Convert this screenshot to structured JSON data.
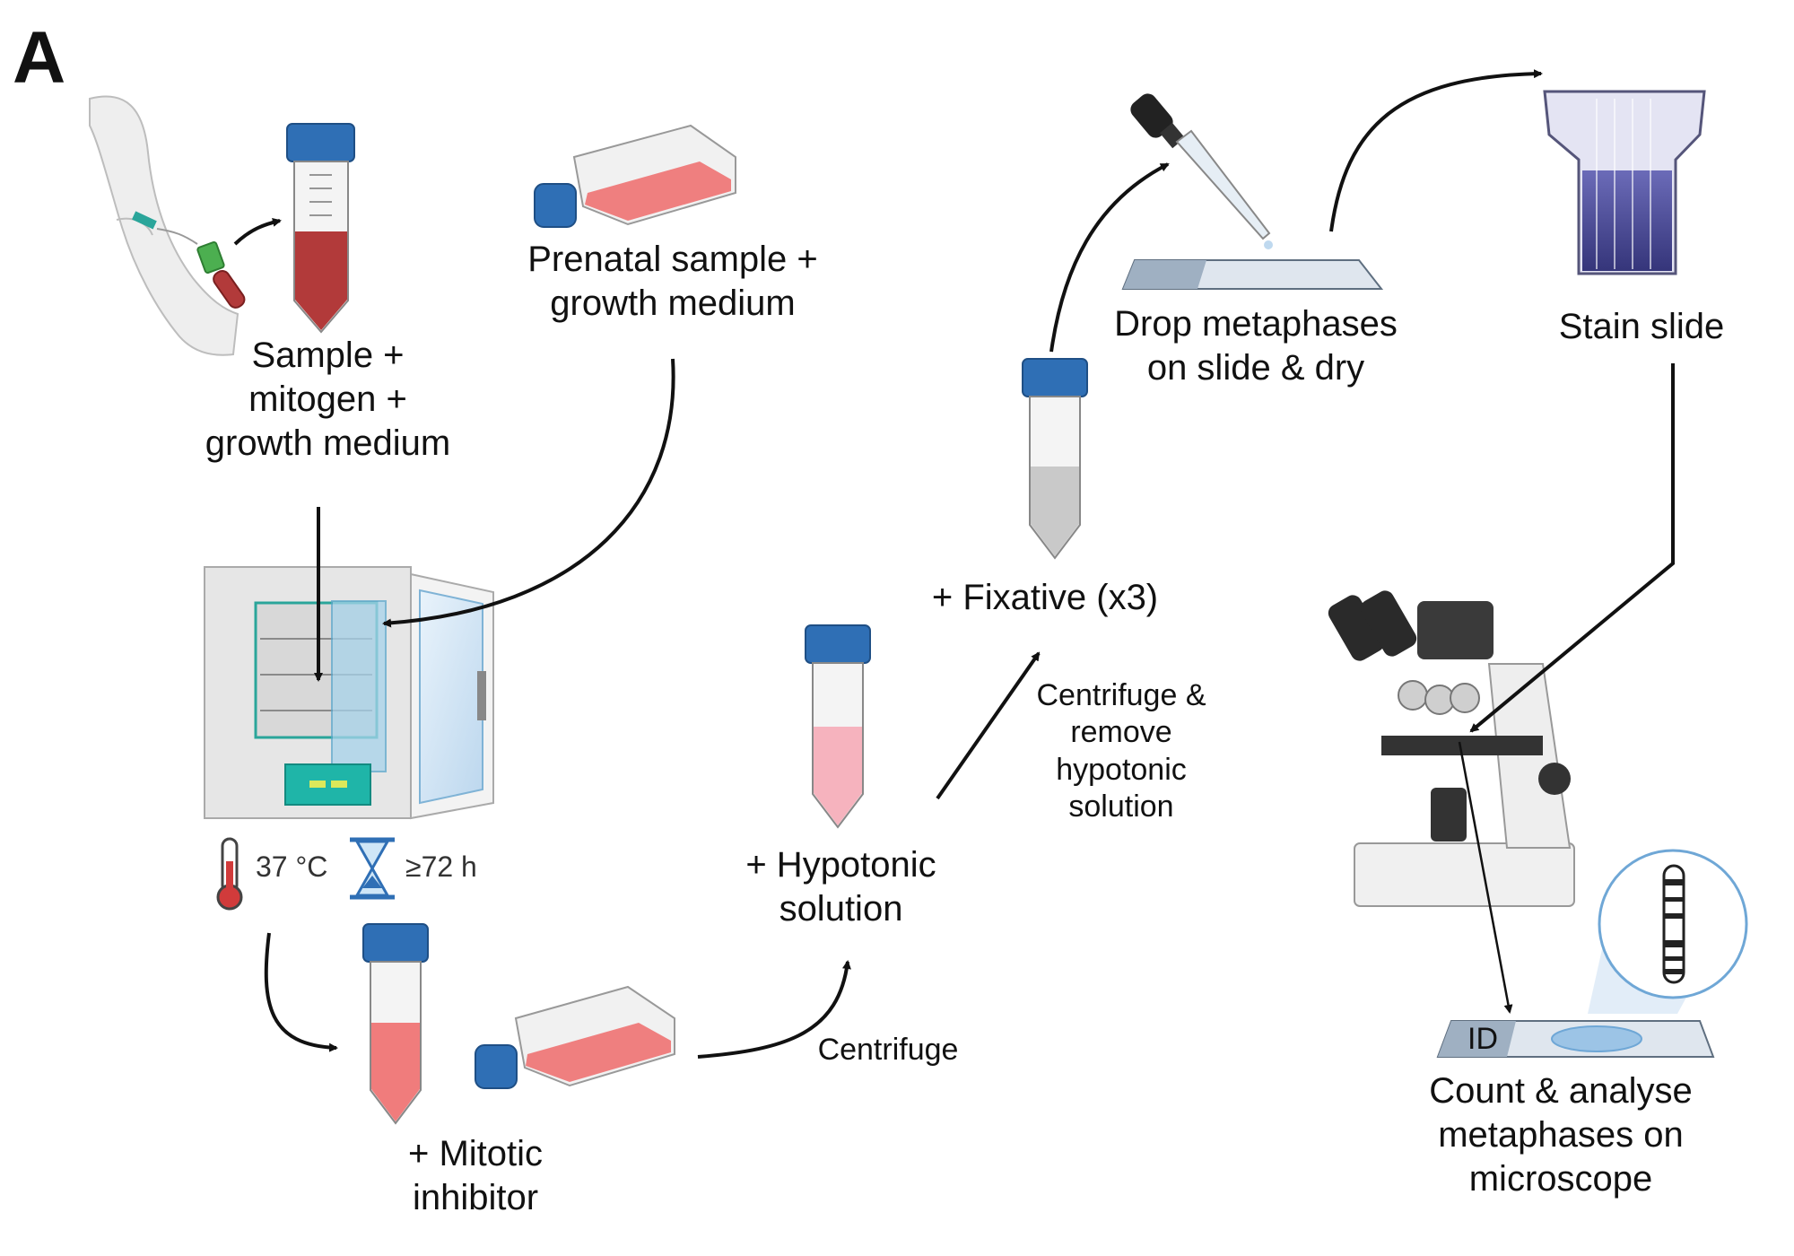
{
  "panel_letter": "A",
  "steps": {
    "blood_sample": [
      "Sample +",
      "mitogen +",
      "growth medium"
    ],
    "prenatal": [
      "Prenatal sample +",
      "growth medium"
    ],
    "incubation_temp": "37 °C",
    "incubation_time": "≥72 h",
    "mitotic_inhibitor": [
      "+ Mitotic",
      "inhibitor"
    ],
    "centrifuge": "Centrifuge",
    "hypotonic": [
      "+ Hypotonic",
      "solution"
    ],
    "centrifuge_remove": [
      "Centrifuge &",
      "remove",
      "hypotonic",
      "solution"
    ],
    "fixative": "+ Fixative (x3)",
    "drop_metaphases": [
      "Drop metaphases",
      "on slide & dry"
    ],
    "stain": "Stain slide",
    "count": [
      "Count & analyse",
      "metaphases on",
      "microscope"
    ],
    "slide_id": "ID"
  },
  "icons": [
    "arm-with-blood-draw-icon",
    "blood-tube-icon",
    "culture-flask-icon",
    "incubator-icon",
    "thermometer-icon",
    "hourglass-icon",
    "test-tube-icon",
    "dropper-icon",
    "microscope-slide-icon",
    "staining-jar-icon",
    "microscope-icon",
    "chromosome-icon"
  ],
  "colors": {
    "tube_cap": "#2f6fb5",
    "blood": "#b23a3a",
    "medium_pink": "#f07c7c",
    "hypotonic_pink": "#f6b3be",
    "fixative_grey": "#c9c9c9",
    "stain_purple": "#3f3f8f",
    "incubator_panel": "#1fb5a8",
    "arrow": "#111111"
  }
}
